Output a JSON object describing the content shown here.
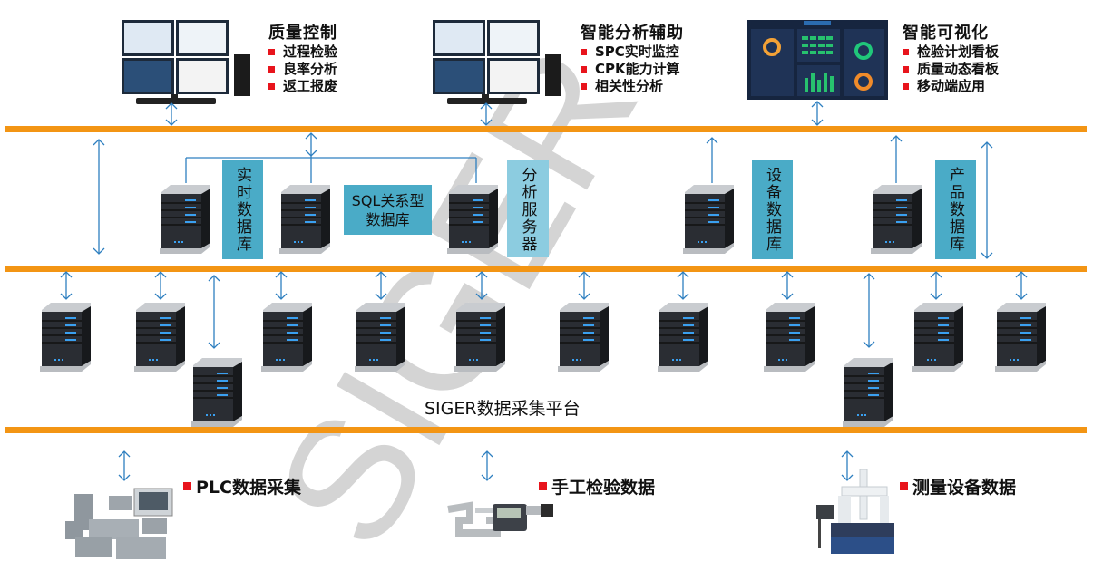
{
  "top_clients": [
    {
      "title": "质量控制",
      "items": [
        "过程检验",
        "良率分析",
        "返工报废"
      ],
      "device": "workstation"
    },
    {
      "title": "智能分析辅助",
      "items": [
        "SPC实时监控",
        "CPK能力计算",
        "相关性分析"
      ],
      "device": "workstation"
    },
    {
      "title": "智能可视化",
      "items": [
        "检验计划看板",
        "质量动态看板",
        "移动端应用"
      ],
      "device": "dashboard-screen"
    }
  ],
  "database_layer": {
    "realtime_db": "实时数据库",
    "sql_db": "SQL关系型数据库",
    "analysis_server": "分析服务器",
    "equipment_db": "设备数据库",
    "product_db": "产品数据库"
  },
  "collection_platform": {
    "label": "SIGER数据采集平台",
    "server_count": 12
  },
  "data_sources": [
    {
      "label": "PLC数据采集",
      "device": "plc"
    },
    {
      "label": "手工检验数据",
      "device": "micrometer"
    },
    {
      "label": "测量设备数据",
      "device": "cmm"
    }
  ],
  "watermark": "SIGER",
  "colors": {
    "bus": "#f39514",
    "box": "#4aabc7",
    "box_light": "#8ccce0",
    "arrow": "#2e7fc0",
    "bullet": "#e8141c",
    "watermark": "#d4d4d4"
  }
}
